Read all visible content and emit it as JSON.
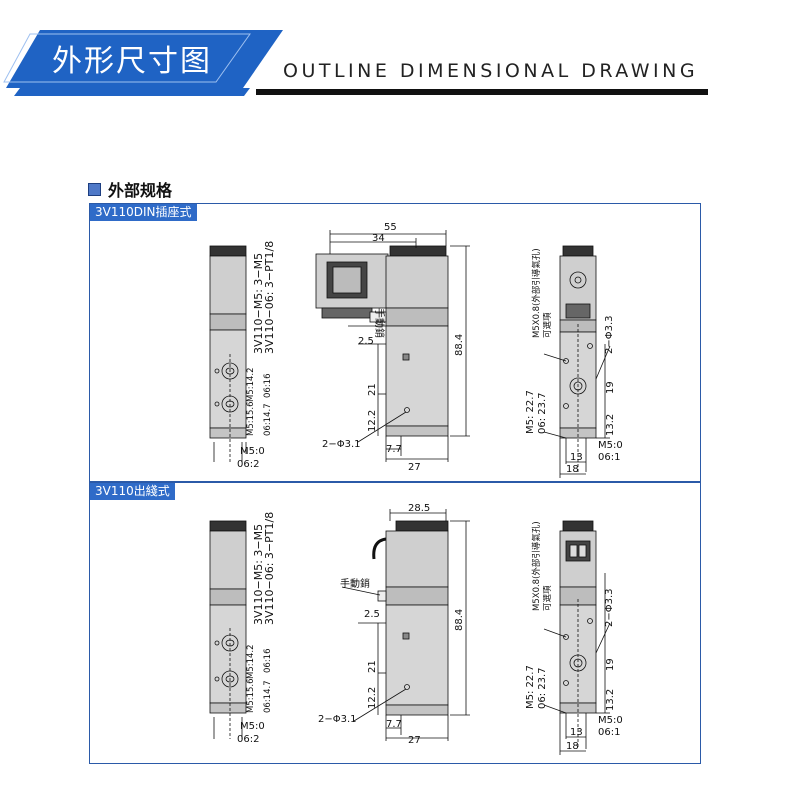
{
  "header": {
    "title": "外形尺寸图",
    "subtitle": "OUTLINE DIMENSIONAL DRAWING"
  },
  "section": {
    "title": "外部规格"
  },
  "panels": [
    {
      "tag": "3V110DIN插座式",
      "front": {
        "model_m5": "3V110−M5:  3−M5",
        "model_06": "3V110−06:  3−PT1/8",
        "port_m5": "M5:14.2",
        "port_06": "06:16",
        "port2_m5": "M5:15.6",
        "port2_06": "06:14.7",
        "bottom_m5": "M5:0",
        "bottom_06": "06:2"
      },
      "side": {
        "dim_55": "55",
        "dim_34": "34",
        "manual_label": "手動銷",
        "dim_2_5": "2.5",
        "dim_88_4": "88.4",
        "dim_21": "21",
        "dim_12_2": "12.2",
        "hole": "2−Φ3.1",
        "dim_7_7": "7.7",
        "dim_27": "27"
      },
      "rear": {
        "exhaust": "M5X0.8(外部引導氣孔)",
        "optional": "可選項",
        "hole": "2−Φ3.3",
        "dim_22_7": "M5: 22.7",
        "dim_23_7": "06: 23.7",
        "dim_19": "19",
        "dim_13_2": "13.2",
        "bottom_m5": "M5:0",
        "bottom_06": "06:1",
        "dim_13": "13",
        "dim_18": "18"
      }
    },
    {
      "tag": "3V110出綫式",
      "front": {
        "model_m5": "3V110−M5:  3−M5",
        "model_06": "3V110−06:  3−PT1/8",
        "port_m5": "M5:14.2",
        "port_06": "06:16",
        "port2_m5": "M5:15.6",
        "port2_06": "06:14.7",
        "bottom_m5": "M5:0",
        "bottom_06": "06:2"
      },
      "side": {
        "dim_28_5": "28.5",
        "manual_label": "手動銷",
        "dim_2_5": "2.5",
        "dim_88_4": "88.4",
        "dim_21": "21",
        "dim_12_2": "12.2",
        "hole": "2−Φ3.1",
        "dim_7_7": "7.7",
        "dim_27": "27"
      },
      "rear": {
        "exhaust": "M5X0.8(外部引導氣孔)",
        "optional": "可選項",
        "hole": "2−Φ3.3",
        "dim_22_7": "M5: 22.7",
        "dim_23_7": "06: 23.7",
        "dim_19": "19",
        "dim_13_2": "13.2",
        "bottom_m5": "M5:0",
        "bottom_06": "06:1",
        "dim_13": "13",
        "dim_18": "18"
      }
    }
  ],
  "colors": {
    "accent": "#2f6bc8",
    "body": "#cfcfcf",
    "body_dark": "#a9a9a9",
    "line": "#111111"
  }
}
